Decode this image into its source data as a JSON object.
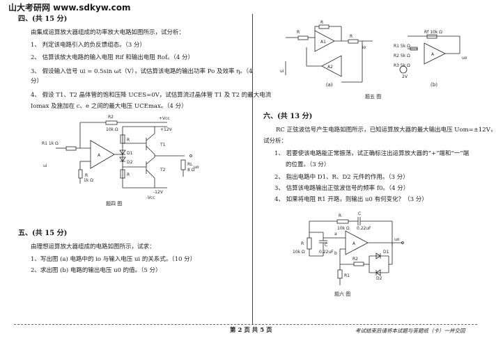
{
  "watermark": "山大考研网 www.sdkyw.com",
  "q4": {
    "heading": "四、(共 15 分)",
    "intro": "由集成运算放大器组成的功率放大电路如图所示，试分析：",
    "items": [
      "1、 判定该电路引入的负反馈组态。（3 分）",
      "2、 估算该放大电路的输入电阻 Rif 和输出电阻 Rof。（4 分）",
      "3、 假设输入信号 ui = 0.5sin ωt（V），试估算该电路的输出功率 Po 及效率 η。（4",
      "分）",
      "4、 假设 T1、T2 晶体管的饱和压降 UCES=0V，试估算流过晶体管 T1 及 T2 的最大电流",
      "Iomax 及施加在 c、e 之间的最大电压 UCEmax。（4 分）"
    ],
    "fig_caption": "题四 图",
    "fig_labels": {
      "r2": "R2",
      "r2v": "10k Ω",
      "vcc_pos": "+Vcc",
      "v12": "+12V",
      "r1": "R1 1k Ω",
      "ui": "ui",
      "a": "A",
      "r": "R",
      "d1": "D1",
      "d2": "D2",
      "t1": "T1",
      "t2": "T2",
      "rl": "RL",
      "rlv": "8 Ω",
      "uo": "uo",
      "rbot": "R",
      "rbotv": "1k Ω",
      "vneg": "-12V",
      "vcc_neg": "-Vcc"
    }
  },
  "q5": {
    "heading": "五、(共 15 分)",
    "intro": "由理想运算放大器组成的电路如图所示，试求：",
    "items": [
      "1、写出图 (a) 电路中的 io 与输入电压 ui 的关系式。（10 分）",
      "2、求出图 (b) 电路的输出电压 u0 的值。（5 分）"
    ],
    "fig_caption": "题五 图",
    "fig_a": "(a)",
    "fig_b": "(b)",
    "fig_labels": {
      "a1": "A1",
      "a2": "A2",
      "r": "R",
      "ui": "ui",
      "io": "io",
      "a": "A",
      "r1": "R1 5k Ω",
      "r2": "R2 5k Ω",
      "r3": "R3 5k Ω",
      "rf": "Rf 10k Ω",
      "v2": "2V",
      "uo": "uo"
    }
  },
  "q6": {
    "heading": "六、(共 13 分)",
    "intro_1": "RC 正弦波信号产生电路如图所示，已知运算放大器的最大输出电压 Uom=±12V，",
    "intro_2": "试分析：",
    "items": [
      "1、 若要使该电路能正常振荡，试正确标注出运算放大器的“+”端和“一”端",
      "的位置。（3 分）",
      "2、 指出电路中 D1、R、D2 元件的作用。（3 分）",
      "3、 估算该电路输出正弦波信号的频率 f0。（4 分）",
      "4、 如果将电阻 R1 开路，则输出 u0 有何变化？（3 分）"
    ],
    "fig_caption": "题六 图",
    "fig_labels": {
      "r": "R",
      "rv": "10k Ω",
      "c": "C",
      "cv": "0.22uF",
      "a": "a",
      "b": "b",
      "amp": "A",
      "d1": "D1",
      "d2": "D2",
      "r2": "R2",
      "r1": "R1",
      "uo": "uo"
    }
  },
  "footer": {
    "page": "第 2 页 共 5 页",
    "note": "考试结束后请将本试题与答题纸（卡）一并交回"
  }
}
